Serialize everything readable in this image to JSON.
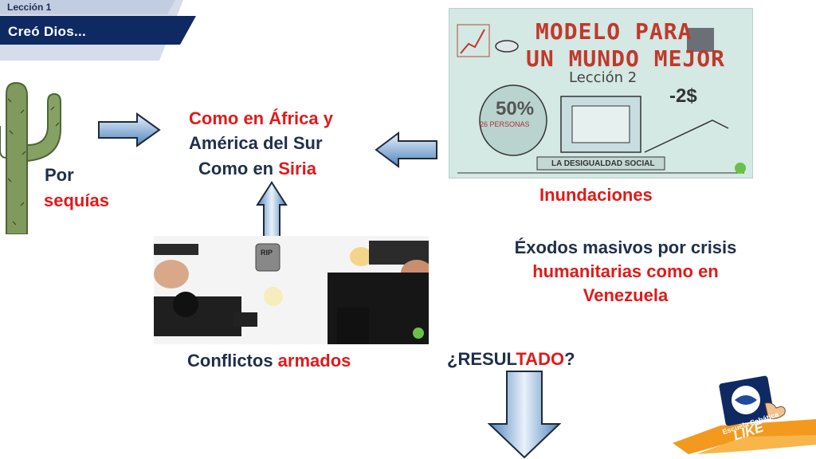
{
  "header": {
    "lesson_label": "Lección 1",
    "title": "Creó Dios..."
  },
  "left_cause": {
    "prefix": "Por",
    "highlight": "sequías"
  },
  "center_text": {
    "line1": "Como en África y",
    "line2": "América del Sur",
    "line3_prefix": "Como en ",
    "line3_highlight": "Siria"
  },
  "thumbnail_modelo": {
    "title_line1": "MODELO PARA",
    "title_line2": "UN MUNDO MEJOR",
    "subtitle": "Lección 2",
    "percent": "50%",
    "percent_note": "26 PERSONAS",
    "price": "-2$",
    "footer": "LA DESIGUALDAD SOCIAL",
    "caption": "Inundaciones"
  },
  "exodus": {
    "line1": "Éxodos masivos por crisis",
    "line2": "humanitarias como en",
    "line3": "Venezuela"
  },
  "conflict": {
    "prefix": "Conflictos ",
    "highlight": "armados",
    "image_label": "RIP"
  },
  "result": {
    "prefix": "¿RESUL",
    "highlight": "TADO",
    "suffix": "?"
  },
  "logo": {
    "text": "Escuela Sabática",
    "brand": "LIKE"
  },
  "colors": {
    "accent_red": "#e01a1a",
    "text_dark": "#1f2f4a",
    "banner_navy": "#0f2a63",
    "banner_light": "#c9d3e6",
    "arrow_blue": "#5b8ec4",
    "logo_orange": "#f39a1e"
  }
}
